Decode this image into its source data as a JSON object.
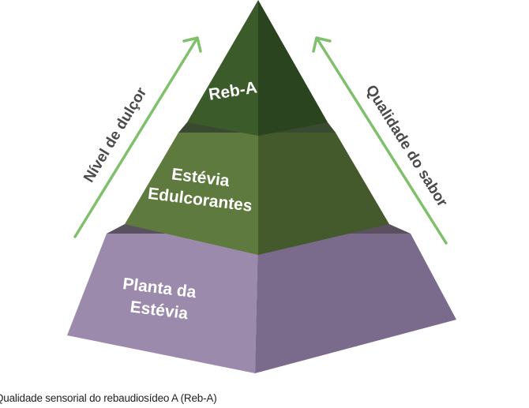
{
  "pyramid": {
    "tiers": [
      {
        "lines": [
          "Reb-A"
        ]
      },
      {
        "lines": [
          "Estévia",
          "Edulcorantes"
        ]
      },
      {
        "lines": [
          "Planta da",
          "Estévia"
        ]
      }
    ]
  },
  "arrows": {
    "left": {
      "label": "Nível de dulçor"
    },
    "right": {
      "label": "Qualidade do sabor"
    }
  },
  "caption": "Qualidade sensorial do rebaudiosídeo A (Reb-A)",
  "colors": {
    "top_left": "#3b5c2a",
    "top_right": "#2a4420",
    "middle_left": "#5f7a3e",
    "middle_right": "#445a2c",
    "middle_band": "#3a4a30",
    "bottom_left": "#9c8aac",
    "bottom_right": "#7a6a8c",
    "bottom_band": "#5a5060",
    "arrow": "#7fc06a",
    "side_text": "#4a4a4a"
  }
}
